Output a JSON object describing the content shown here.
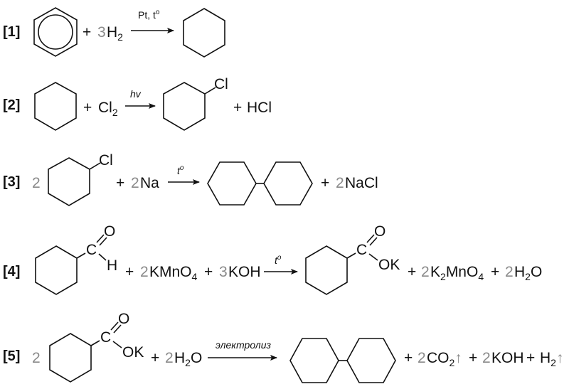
{
  "colors": {
    "ink": "#111111",
    "coefficient": "#8a8a8a"
  },
  "reactions": [
    {
      "number": "[1]",
      "reactants": [
        {
          "structure": "benzene"
        },
        {
          "plus": "+",
          "coef": "3",
          "formula": "H",
          "sub": "2"
        }
      ],
      "condition": "Pt, t",
      "condition_sup": "o",
      "products": [
        {
          "structure": "cyclohexane"
        }
      ]
    },
    {
      "number": "[2]",
      "reactants": [
        {
          "structure": "cyclohexane"
        },
        {
          "plus": "+",
          "formula": "Cl",
          "sub": "2"
        }
      ],
      "condition": "hv",
      "products": [
        {
          "structure": "chlorocyclohexane",
          "substituent": "Cl"
        },
        {
          "plus": "+",
          "formula": "HCl"
        }
      ]
    },
    {
      "number": "[3]",
      "reactants": [
        {
          "coef": "2",
          "structure": "chlorocyclohexane",
          "substituent": "Cl"
        },
        {
          "plus": "+",
          "coef": "2",
          "formula": "Na"
        }
      ],
      "condition": "t",
      "condition_sup": "o",
      "products": [
        {
          "structure": "bicyclohexyl"
        },
        {
          "plus": "+",
          "coef": "2",
          "formula": "NaCl"
        }
      ]
    },
    {
      "number": "[4]",
      "reactants": [
        {
          "structure": "cyclohexanecarbaldehyde",
          "labels": [
            "C",
            "O",
            "H"
          ]
        },
        {
          "plus": "+",
          "coef": "2",
          "formula": "KMnO",
          "sub": "4"
        },
        {
          "plus": "+",
          "coef": "3",
          "formula": "KOH"
        }
      ],
      "condition": "t",
      "condition_sup": "o",
      "products": [
        {
          "structure": "potassium cyclohexanecarboxylate",
          "labels": [
            "C",
            "O",
            "OK"
          ]
        },
        {
          "plus": "+",
          "coef": "2",
          "formula": "K2MnO4",
          "parts": [
            "K",
            "2",
            "MnO",
            "4"
          ]
        },
        {
          "plus": "+",
          "coef": "2",
          "formula": "H2O",
          "parts": [
            "H",
            "2",
            "O"
          ]
        }
      ]
    },
    {
      "number": "[5]",
      "reactants": [
        {
          "coef": "2",
          "structure": "potassium cyclohexanecarboxylate",
          "labels": [
            "C",
            "O",
            "OK"
          ]
        },
        {
          "plus": "+",
          "coef": "2",
          "formula": "H2O",
          "parts": [
            "H",
            "2",
            "O"
          ]
        }
      ],
      "condition": "электролиз",
      "products": [
        {
          "structure": "bicyclohexyl"
        },
        {
          "plus": "+",
          "coef": "2",
          "formula": "CO2",
          "parts": [
            "CO",
            "2"
          ],
          "gas": "↑"
        },
        {
          "plus": "+",
          "coef": "2",
          "formula": "KOH"
        },
        {
          "plus": "+",
          "formula": "H2",
          "parts": [
            "H",
            "2"
          ],
          "gas": "↑"
        }
      ]
    }
  ]
}
